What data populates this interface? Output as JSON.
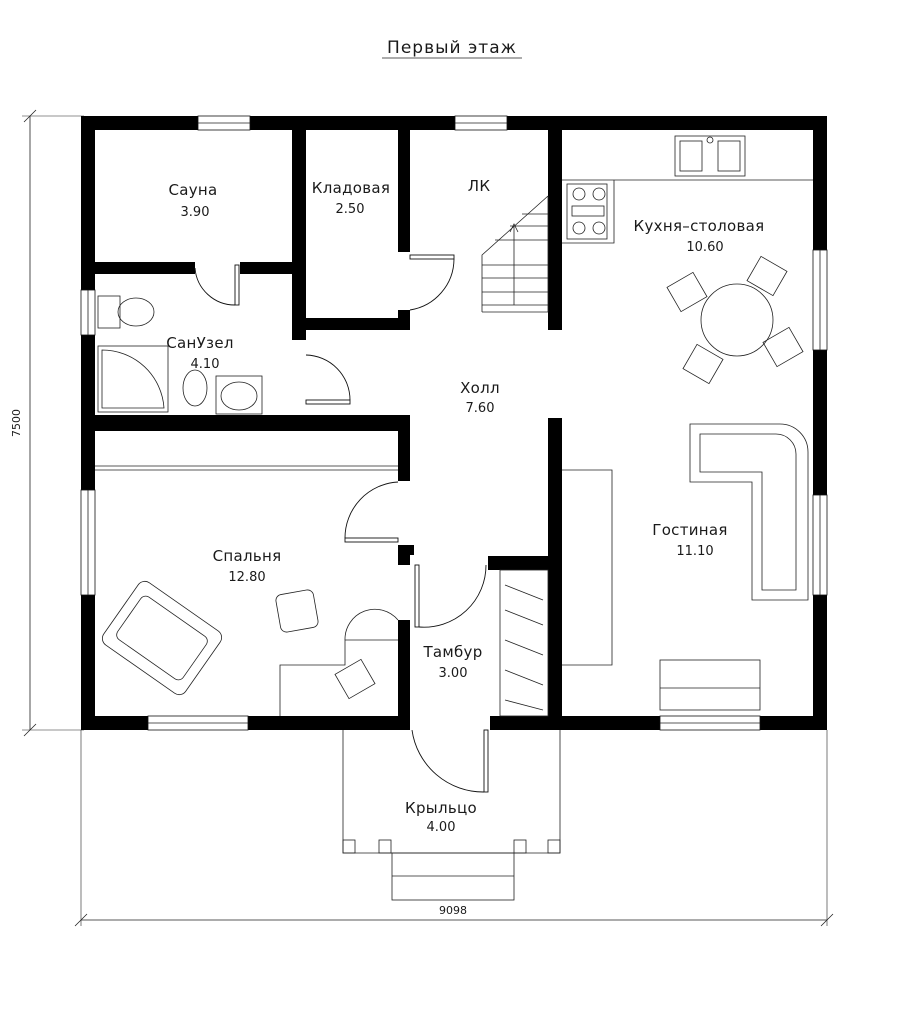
{
  "plan": {
    "title": "Первый этаж",
    "dimension_height": "7500",
    "dimension_width": "9098",
    "rooms": [
      {
        "id": "sauna",
        "name": "Сауна",
        "area": "3.90"
      },
      {
        "id": "pantry",
        "name": "Кладовая",
        "area": "2.50"
      },
      {
        "id": "stair",
        "name": "ЛК",
        "area": ""
      },
      {
        "id": "kitchen",
        "name": "Кухня–столовая",
        "area": "10.60"
      },
      {
        "id": "bathroom",
        "name": "СанУзел",
        "area": "4.10"
      },
      {
        "id": "hall",
        "name": "Холл",
        "area": "7.60"
      },
      {
        "id": "bedroom",
        "name": "Спальня",
        "area": "12.80"
      },
      {
        "id": "living",
        "name": "Гостиная",
        "area": "11.10"
      },
      {
        "id": "vestibule",
        "name": "Тамбур",
        "area": "3.00"
      },
      {
        "id": "porch",
        "name": "Крыльцо",
        "area": "4.00"
      }
    ]
  }
}
